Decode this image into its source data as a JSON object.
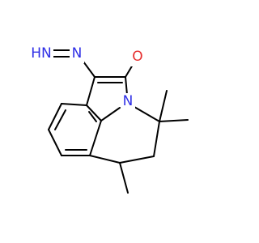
{
  "atoms": {
    "nitrogen_terminal": {
      "symbol": "HN",
      "color": "#2e2ee6"
    },
    "nitrogen_azo": {
      "symbol": "N",
      "color": "#2e2ee6"
    },
    "oxygen": {
      "symbol": "O",
      "color": "#e62e2e"
    },
    "nitrogen_ring": {
      "symbol": "N",
      "color": "#2e2ee6"
    }
  },
  "bond_color": "#000000",
  "background_color": "#ffffff"
}
